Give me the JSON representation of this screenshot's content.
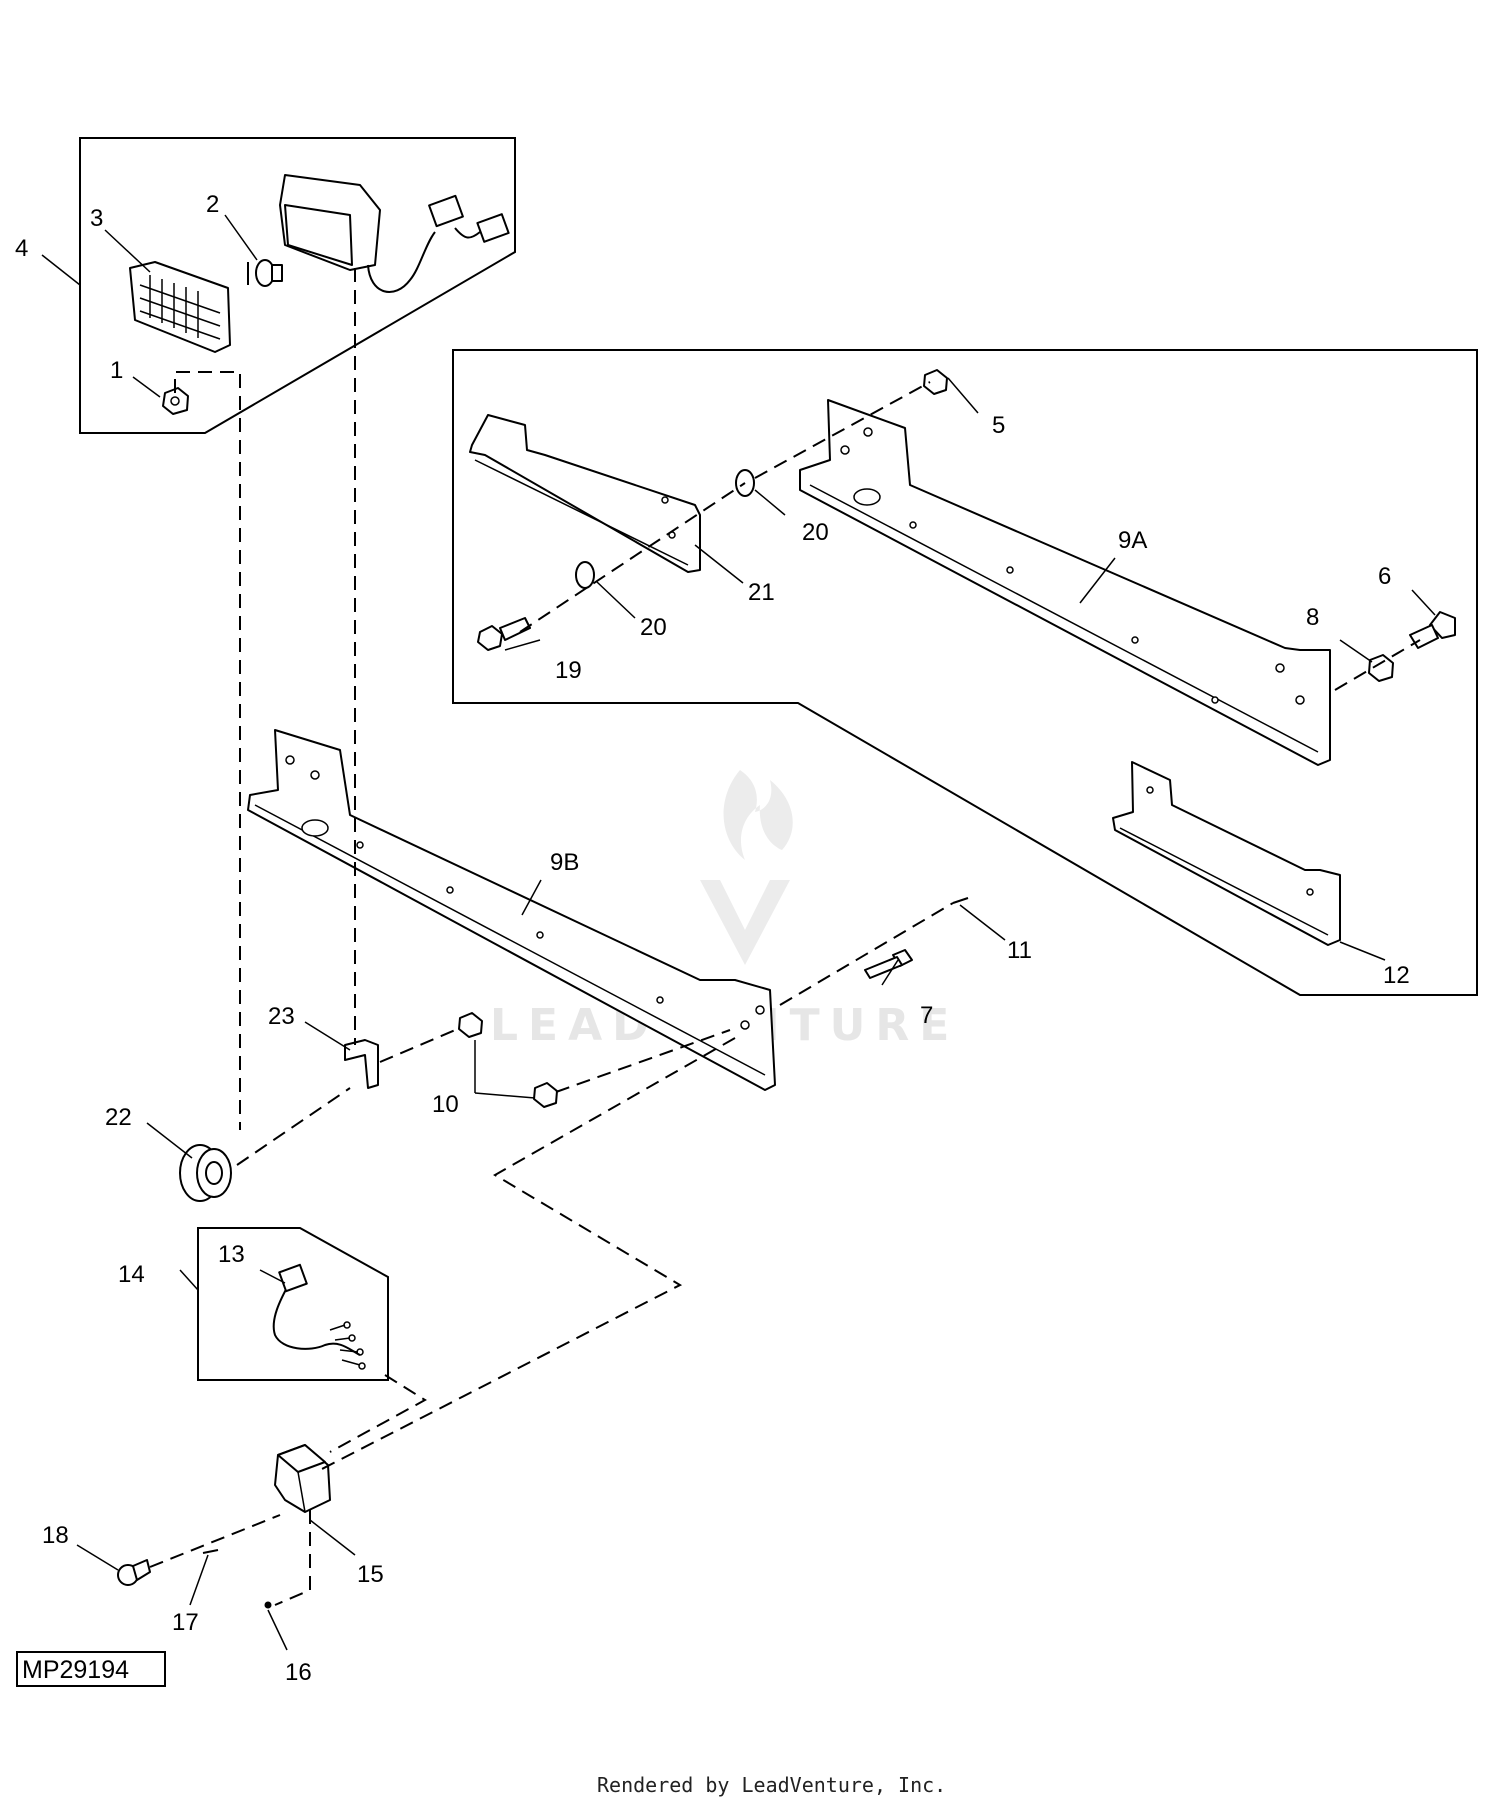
{
  "labels": {
    "p1": "1",
    "p2": "2",
    "p3": "3",
    "p4": "4",
    "p5": "5",
    "p6": "6",
    "p7": "7",
    "p8": "8",
    "p9a": "9A",
    "p9b": "9B",
    "p10": "10",
    "p11": "11",
    "p12": "12",
    "p13": "13",
    "p14": "14",
    "p15": "15",
    "p16": "16",
    "p17": "17",
    "p18": "18",
    "p19": "19",
    "p20a": "20",
    "p20b": "20",
    "p21": "21",
    "p22": "22",
    "p23": "23"
  },
  "drawing_id": "MP29194",
  "watermark": "LEADVENTURE",
  "footer": "Rendered by LeadVenture, Inc."
}
